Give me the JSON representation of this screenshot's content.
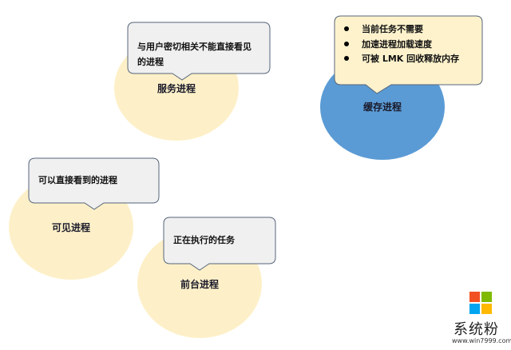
{
  "nodes": {
    "service": {
      "label": "服务进程",
      "callout": [
        "与用户密切相关不能直接看见",
        "的进程"
      ],
      "fill": "#fdf0c8"
    },
    "cache": {
      "label": "缓存进程",
      "callout": [
        "当前任务不需要",
        "加速进程加载速度",
        "可被 LMK 回收释放内存"
      ],
      "fill": "#5b9bd5",
      "callout_fill": "#fdf2cc"
    },
    "visible": {
      "label": "可见进程",
      "callout": [
        "可以直接看到的进程"
      ],
      "fill": "#fdf0c8"
    },
    "foreground": {
      "label": "前台进程",
      "callout": [
        "正在执行的任务"
      ],
      "fill": "#fdf0c8"
    }
  },
  "watermark": {
    "name": "系统粉",
    "url": "www.win7999.com",
    "logo_colors": [
      "#f25022",
      "#7fba00",
      "#00a4ef",
      "#ffb900"
    ]
  }
}
